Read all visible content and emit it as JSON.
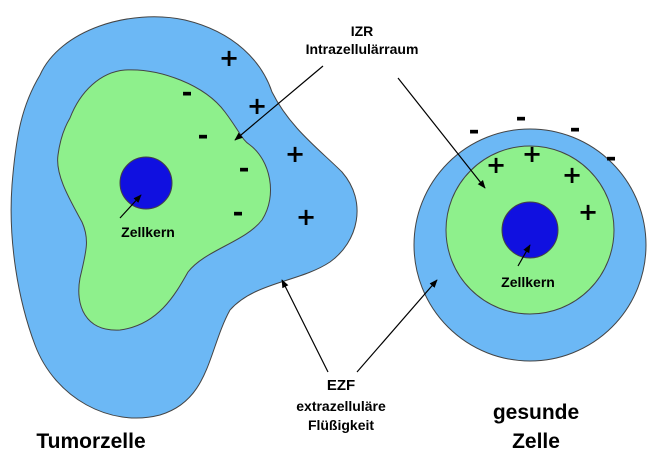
{
  "labels": {
    "izr_abbr": "IZR",
    "izr_full": "Intrazellulärraum",
    "nucleus_left": "Zellkern",
    "nucleus_right": "Zellkern",
    "ezf_abbr": "EZF",
    "ezf_line1": "extrazelluläre",
    "ezf_line2": "Flüßigkeit",
    "tumor_cell": "Tumorzelle",
    "healthy_line1": "gesunde",
    "healthy_line2": "Zelle"
  },
  "signs": {
    "plus": "+",
    "minus": "-"
  },
  "colors": {
    "extracellular": "#6cb8f5",
    "intracellular": "#8ef08c",
    "nucleus": "#1010e0",
    "outline": "#444444"
  }
}
